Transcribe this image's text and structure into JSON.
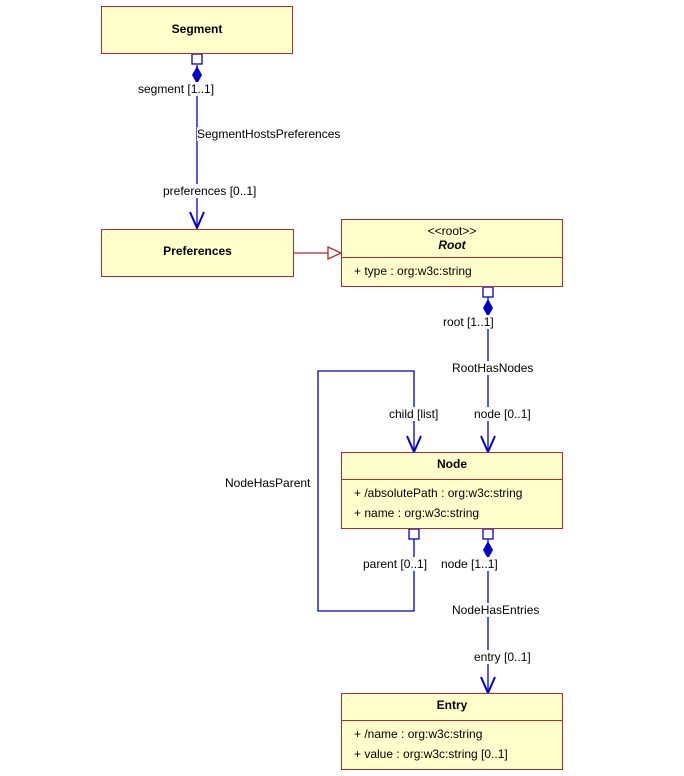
{
  "classes": {
    "segment": {
      "name": "Segment"
    },
    "preferences": {
      "name": "Preferences"
    },
    "root": {
      "stereotype": "<<root>>",
      "name": "Root",
      "attributes": [
        "+ type : org:w3c:string"
      ]
    },
    "node": {
      "name": "Node",
      "attributes": [
        "+ /absolutePath : org:w3c:string",
        "+ name : org:w3c:string"
      ]
    },
    "entry": {
      "name": "Entry",
      "attributes": [
        "+ /name : org:w3c:string",
        "+ value : org:w3c:string [0..1]"
      ]
    }
  },
  "associations": {
    "segment_hosts_preferences": {
      "name": "SegmentHostsPreferences",
      "source_role": "segment [1..1]",
      "target_role": "preferences [0..1]"
    },
    "root_has_nodes": {
      "name": "RootHasNodes",
      "source_role": "root [1..1]",
      "target_role": "node [0..1]"
    },
    "node_has_parent": {
      "name": "NodeHasParent",
      "source_role": "parent [0..1]",
      "target_role": "child [list]"
    },
    "node_has_entries": {
      "name": "NodeHasEntries",
      "source_role": "node [1..1]",
      "target_role": "entry [0..1]"
    }
  },
  "colors": {
    "class_fill": "#ffffcc",
    "class_border": "#b2292e",
    "association": "#0000cc",
    "generalization": "#b2292e"
  }
}
